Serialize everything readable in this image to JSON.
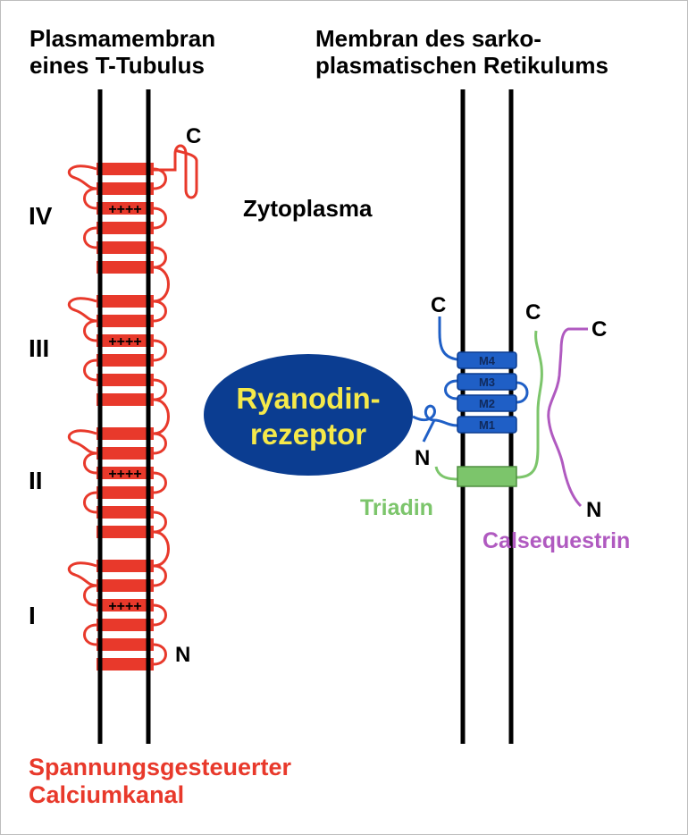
{
  "headings": {
    "left_line1": "Plasmamembran",
    "left_line2": "eines T-Tubulus",
    "right_line1": "Membran des sarko-",
    "right_line2": "plasmatischen Retikulums"
  },
  "compartment": "Zytoplasma",
  "calcium_channel": {
    "name_line1": "Spannungsgesteuerter",
    "name_line2": "Calciumkanal",
    "c_terminus": "C",
    "n_terminus": "N",
    "domains": [
      "I",
      "II",
      "III",
      "IV"
    ],
    "voltage_sensor": "++++",
    "color": "#e8392b"
  },
  "ryanodine_receptor": {
    "name_line1": "Ryanodin-",
    "name_line2": "rezeptor",
    "c_terminus": "C",
    "n_terminus": "N",
    "segments": [
      "M4",
      "M3",
      "M2",
      "M1"
    ],
    "body_color": "#0b3d91",
    "text_color": "#f5e94a",
    "segment_color": "#1f5fc6"
  },
  "triadin": {
    "name": "Triadin",
    "c_terminus": "C",
    "color": "#7cc56b"
  },
  "calsequestrin": {
    "name": "Calsequestrin",
    "c_terminus": "C",
    "n_terminus": "N",
    "color": "#b05ac0"
  }
}
